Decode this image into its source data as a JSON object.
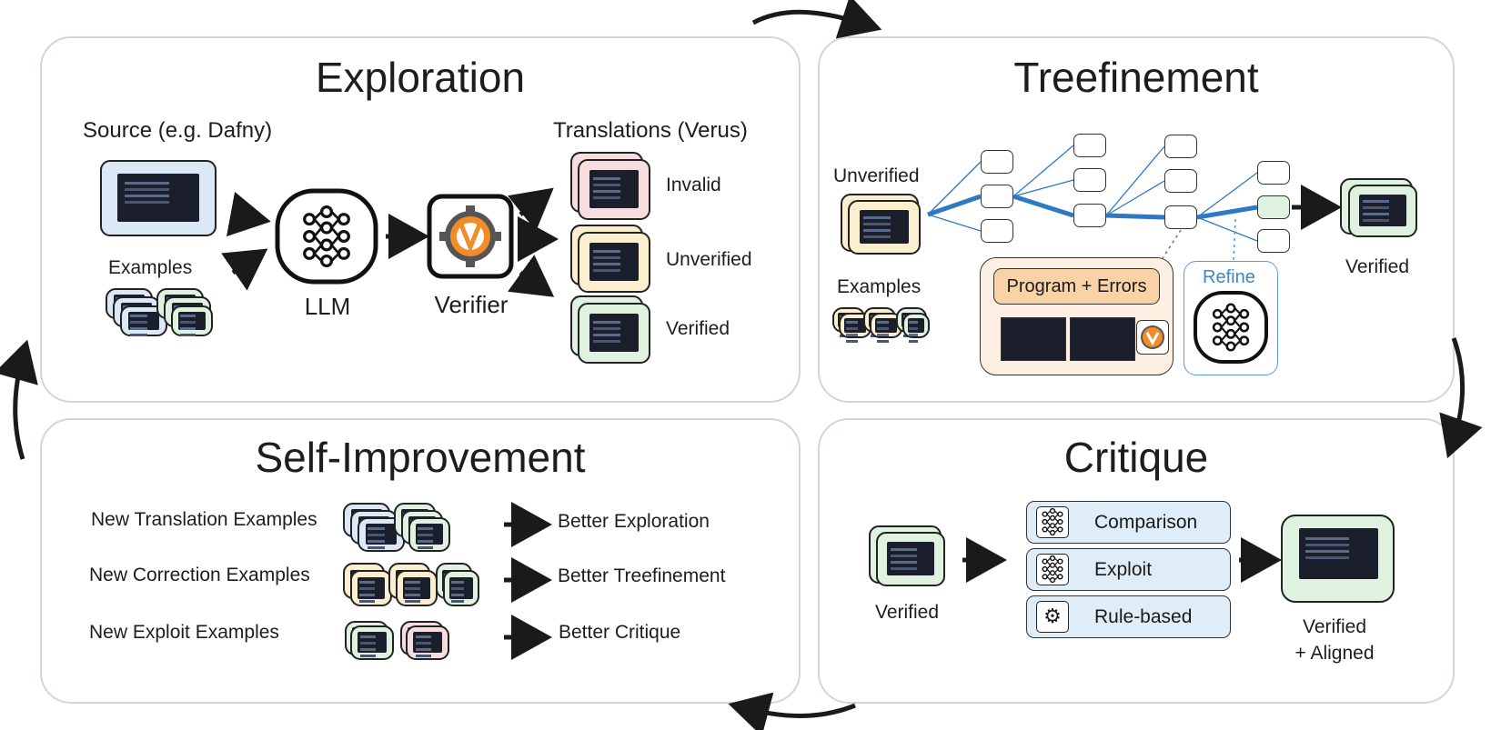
{
  "exploration": {
    "title": "Exploration",
    "source_label": "Source (e.g. Dafny)",
    "examples_label": "Examples",
    "llm_label": "LLM",
    "verifier_label": "Verifier",
    "translations_label": "Translations (Verus)",
    "outcomes": [
      "Invalid",
      "Unverified",
      "Verified"
    ]
  },
  "treefinement": {
    "title": "Treefinement",
    "unverified_label": "Unverified",
    "examples_label": "Examples",
    "program_errors_label": "Program + Errors",
    "refine_label": "Refine",
    "verified_label": "Verified"
  },
  "self_improvement": {
    "title": "Self-Improvement",
    "rows": [
      {
        "source": "New Translation Examples",
        "target": "Better Exploration"
      },
      {
        "source": "New Correction Examples",
        "target": "Better Treefinement"
      },
      {
        "source": "New Exploit Examples",
        "target": "Better Critique"
      }
    ]
  },
  "critique": {
    "title": "Critique",
    "input_label": "Verified",
    "methods": [
      "Comparison",
      "Exploit",
      "Rule-based"
    ],
    "output_line1": "Verified",
    "output_line2": "+ Aligned"
  },
  "colors": {
    "panel_border": "#cfd6df",
    "accent_blue": "#2f78c4",
    "program_errors_fill": "#f9d3a6",
    "refine_border": "#5b9bd5"
  }
}
